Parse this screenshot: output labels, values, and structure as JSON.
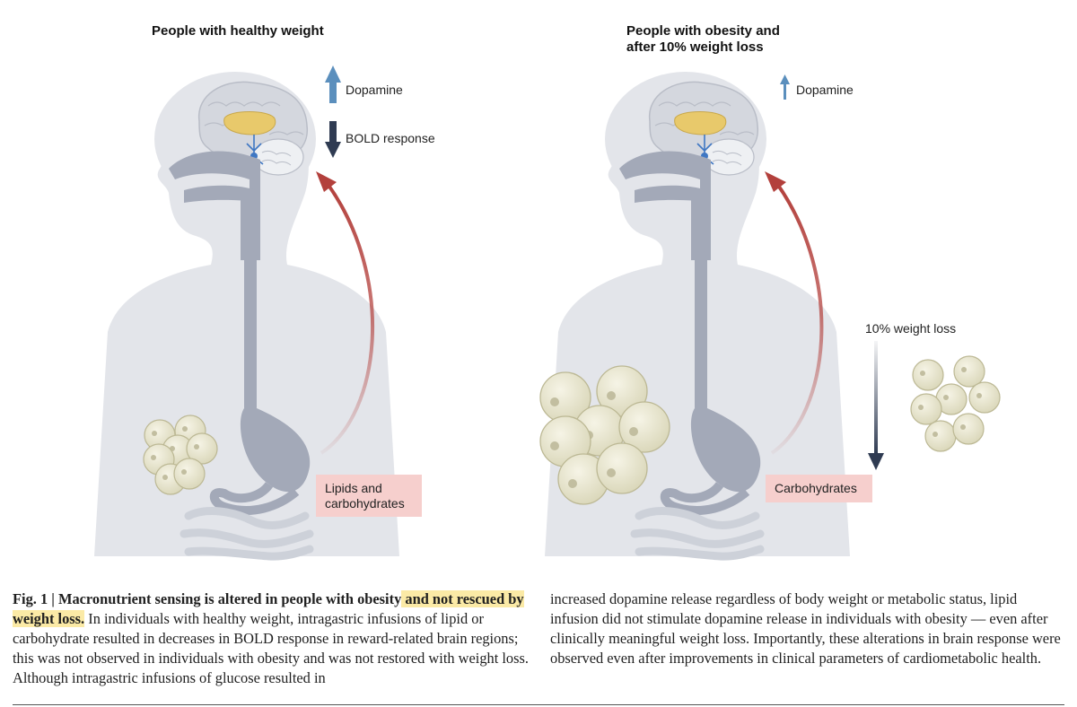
{
  "panels": {
    "left": {
      "title": "People with healthy weight",
      "dopamine_label": "Dopamine",
      "bold_label": "BOLD response",
      "infusion_label": "Lipids and carbohydrates"
    },
    "right": {
      "title_line1": "People with obesity and",
      "title_line2": "after 10% weight loss",
      "dopamine_label": "Dopamine",
      "weight_loss_label": "10% weight loss",
      "infusion_label": "Carbohydrates"
    }
  },
  "caption": {
    "fig_label": "Fig. 1 | ",
    "title_part1": "Macronutrient sensing is altered in people with obesity",
    "title_part2_highlighted": " and not rescued by weight loss.",
    "body_left": " In individuals with healthy weight, intragastric infusions of lipid or carbohydrate resulted in decreases in BOLD response in reward-related brain regions; this was not observed in individuals with obesity and was not restored with weight loss. Although intragastric infusions of glucose resulted in",
    "body_right": "increased dopamine release regardless of body weight or metabolic status, lipid infusion did not stimulate dopamine release in individuals with obesity — even after clinically meaningful weight loss. Importantly, these alterations in brain response were observed even after improvements in clinical parameters of cardiometabolic health."
  },
  "colors": {
    "dopamine_arrow": "#5b8fbd",
    "bold_arrow": "#2f3b52",
    "signal_arrow": "#b3403c",
    "infusion_box": "#f6cfcd",
    "highlight": "#fbeaa6",
    "body_silhouette": "#e3e5ea",
    "gut_tract": "#a3a9b8",
    "fat_cell": "#e7e4cc"
  }
}
